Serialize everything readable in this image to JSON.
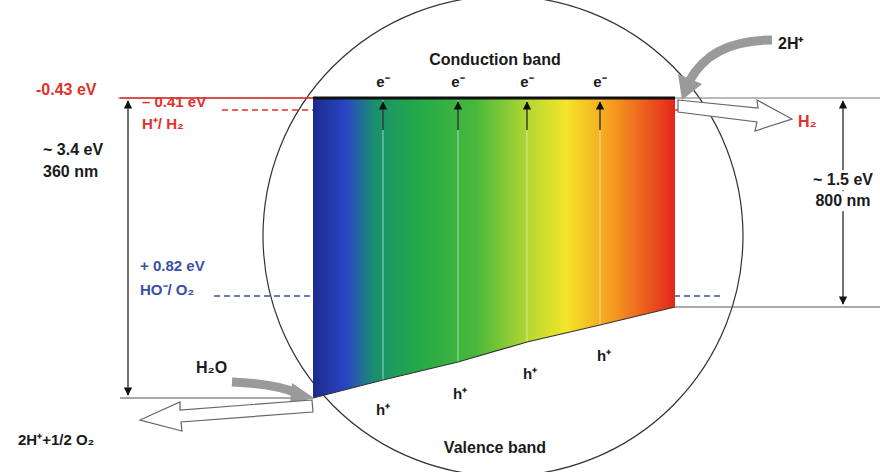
{
  "diagram": {
    "labels": [
      "Conduction band",
      "e⁻",
      "e⁻",
      "e⁻",
      "e⁻",
      "-0.43 eV",
      "– 0.41 eV",
      "H⁺/ H₂",
      "2H⁺",
      "H₂",
      "~ 3.4 eV",
      "360 nm",
      "~ 1.5 eV",
      "800 nm",
      "+ 0.82 eV",
      "HO⁻/ O₂",
      "h⁺",
      "h⁺",
      "h⁺",
      "h⁺",
      "H₂O",
      "2H⁺+1/2 O₂",
      "Valence band"
    ]
  }
}
